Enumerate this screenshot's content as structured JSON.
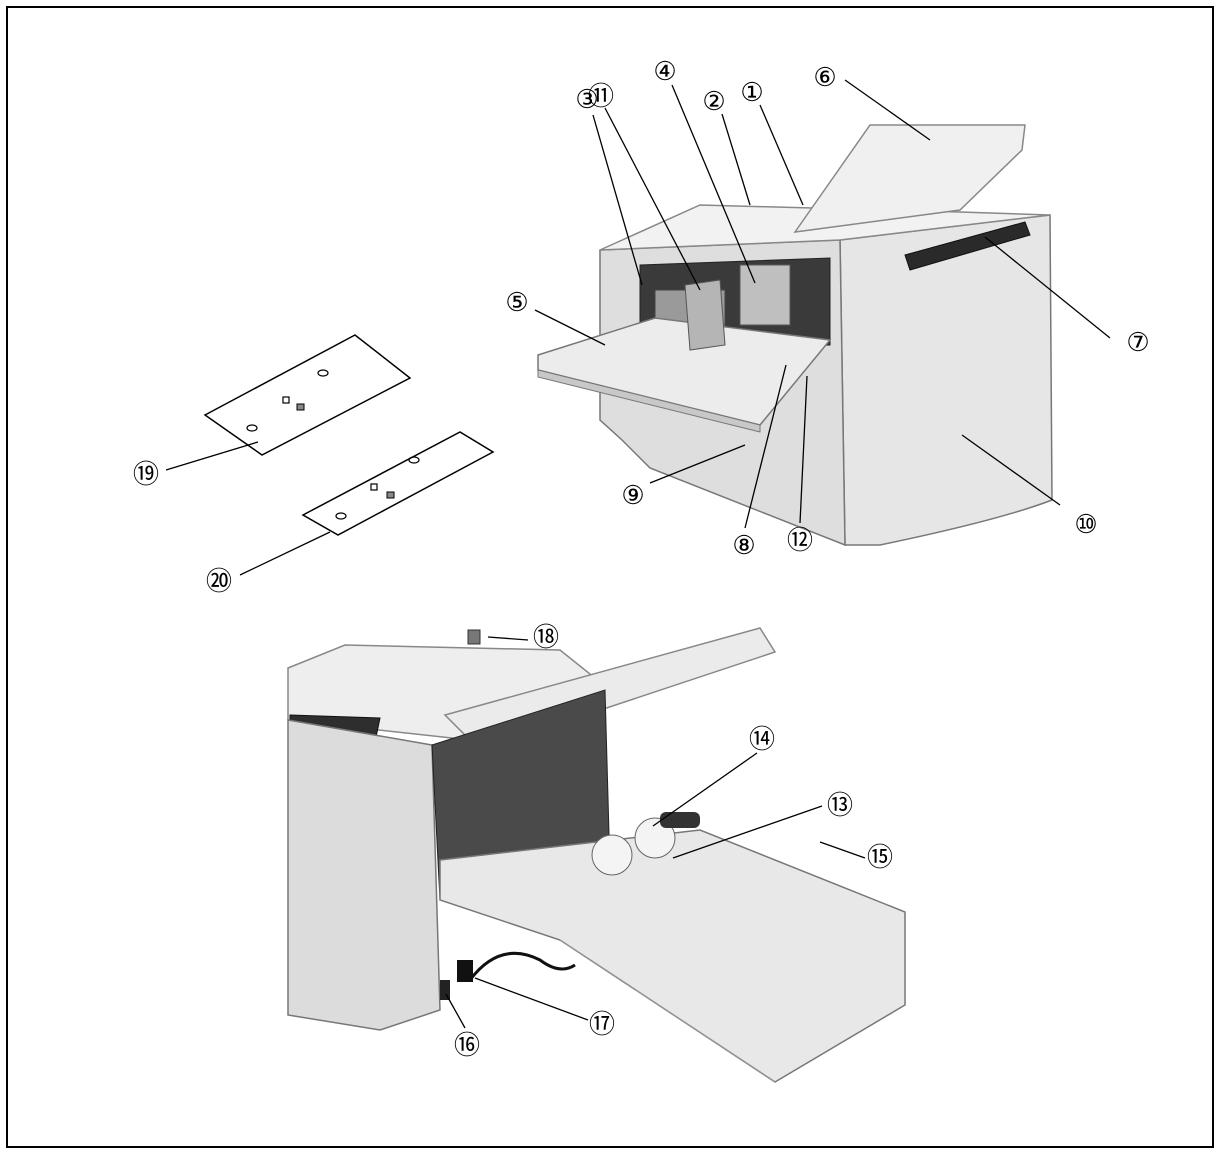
{
  "callouts": [
    "①",
    "②",
    "③",
    "④",
    "⑤",
    "⑥",
    "⑦",
    "⑧",
    "⑨",
    "⑩",
    "⑪",
    "⑫",
    "⑬",
    "⑭",
    "⑮",
    "⑯",
    "⑰",
    "⑱",
    "⑲",
    "⑳"
  ],
  "colors": {
    "outline": "#000000",
    "machine_light": "#e9e9e9",
    "machine_mid": "#cfcfcf",
    "machine_dark": "#9a9a9a",
    "machine_black": "#1a1a1a"
  }
}
